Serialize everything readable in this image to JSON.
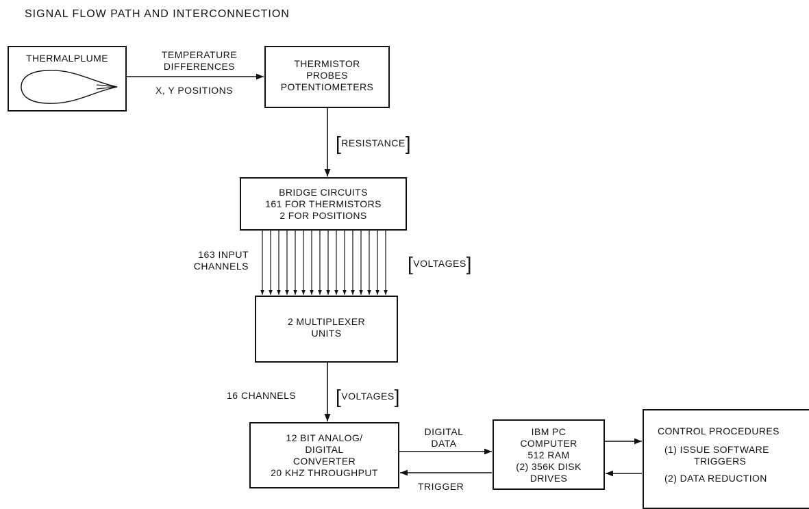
{
  "title": "SIGNAL FLOW PATH AND INTERCONNECTION",
  "boxes": {
    "thermal_plume": {
      "label": "THERMALPLUME"
    },
    "thermistor": {
      "lines": [
        "THERMISTOR",
        "PROBES",
        "POTENTIOMETERS"
      ]
    },
    "bridge": {
      "lines": [
        "BRIDGE CIRCUITS",
        "161 FOR THERMISTORS",
        "2 FOR POSITIONS"
      ]
    },
    "multiplexer": {
      "lines": [
        "2 MULTIPLEXER",
        "UNITS"
      ]
    },
    "adc": {
      "lines": [
        "12 BIT ANALOG/",
        "DIGITAL",
        "CONVERTER",
        "20 KHZ THROUGHPUT"
      ]
    },
    "pc": {
      "lines": [
        "IBM PC",
        "COMPUTER",
        "512 RAM",
        "(2) 356K DISK",
        "DRIVES"
      ]
    },
    "control": {
      "lines": [
        "CONTROL PROCEDURES",
        "(1) ISSUE SOFTWARE",
        "TRIGGERS",
        "(2) DATA REDUCTION"
      ]
    }
  },
  "labels": {
    "temp_diff": [
      "TEMPERATURE",
      "DIFFERENCES"
    ],
    "positions": "X, Y POSITIONS",
    "resistance": "RESISTANCE",
    "input_channels": [
      "163 INPUT",
      "CHANNELS"
    ],
    "voltages_1": "VOLTAGES",
    "channels_16": "16 CHANNELS",
    "voltages_2": "VOLTAGES",
    "digital_data": [
      "DIGITAL",
      "DATA"
    ],
    "trigger": "TRIGGER"
  }
}
